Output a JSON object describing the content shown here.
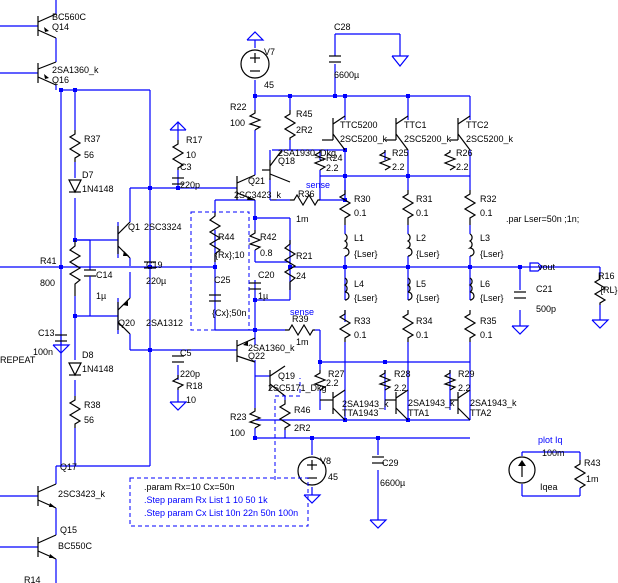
{
  "labels": {
    "q14_type": "BC560C",
    "q14": "Q14",
    "q16_type": "2SA1360_k",
    "q16": "Q16",
    "r37": "R37",
    "r37_val": "56",
    "d7": "D7",
    "d7_val": "1N4148",
    "q1": "Q1",
    "q1_type": "2SC3324",
    "r41": "R41",
    "r41_val": "800",
    "c14": "C14",
    "c14_val": "1µ",
    "c19": "C19",
    "c19_val": "220µ",
    "q20": "Q20",
    "q20_type": "2SA1312",
    "c13": "C13",
    "c13_val": "100n",
    "repeat": "REPEAT",
    "d8": "D8",
    "d8_val": "1N4148",
    "r38": "R38",
    "r38_val": "56",
    "q17": "Q17",
    "q17_type": "2SC3423_k",
    "q15": "Q15",
    "q15_type": "BC550C",
    "r14": "R14",
    "r17": "R17",
    "r17_val": "10",
    "c3": "C3",
    "c3_val": "220p",
    "q21": "Q21",
    "q21_type": "2SC3423_k",
    "r44": "R44",
    "r44_val": "{Rx};10",
    "c25": "C25",
    "c25_val": "{Cx};50n",
    "r42": "R42",
    "r42_val": "0.8",
    "c20": "C20",
    "c20_val": "1µ",
    "r21": "R21",
    "r21_val": "24",
    "c5": "C5",
    "c5_val": "220p",
    "r18": "R18",
    "r18_val": "10",
    "q22": "Q22",
    "q22_type": "2SA1360_k",
    "q19": "Q19",
    "q19_type": "2SC5171_Dkg",
    "r23": "R23",
    "r23_val": "100",
    "r46": "R46",
    "r46_val": "2R2",
    "r39": "R39",
    "r39_val": "1m",
    "r36": "R36",
    "r36_val": "1m",
    "sense1": "sense",
    "sense2": "sense",
    "v7": "V7",
    "v7_val": "45",
    "r22": "R22",
    "r22_val": "100",
    "r45": "R45",
    "r45_val": "2R2",
    "q18": "Q18",
    "q18_type": "2SA1930_Dkg",
    "c28": "C28",
    "c28_val": "6600µ",
    "ttc5200": "TTC5200",
    "ttc5200_type": "2SC5200_k",
    "ttc1": "TTC1",
    "ttc1_type": "2SC5200_k",
    "ttc2": "TTC2",
    "ttc2_type": "2SC5200_k",
    "r24": "R24",
    "r24_val": "2.2",
    "r25": "R25",
    "r25_val": "2.2",
    "r26": "R26",
    "r26_val": "2.2",
    "r30": "R30",
    "r30_val": "0.1",
    "r31": "R31",
    "r31_val": "0.1",
    "r32": "R32",
    "r32_val": "0.1",
    "l1": "L1",
    "l1_val": "{Lser}",
    "l2": "L2",
    "l2_val": "{Lser}",
    "l3": "L3",
    "l3_val": "{Lser}",
    "l4": "L4",
    "l4_val": "{Lser}",
    "l5": "L5",
    "l5_val": "{Lser}",
    "l6": "L6",
    "l6_val": "{Lser}",
    "r33": "R33",
    "r33_val": "0.1",
    "r34": "R34",
    "r34_val": "0.1",
    "r35": "R35",
    "r35_val": "0.1",
    "r27": "R27",
    "r27_val": "2.2",
    "r28": "R28",
    "r28_val": "2.2",
    "r29": "R29",
    "r29_val": "2.2",
    "tta1943": "TTA1943",
    "tta1943_type": "2SA1943_k",
    "tta1": "TTA1",
    "tta1_type": "2SA1943_k",
    "tta2": "TTA2",
    "tta2_type": "2SA1943_k",
    "c29": "C29",
    "c29_val": "6600µ",
    "v8": "V8",
    "v8_val": "45",
    "c21": "C21",
    "c21_val": "500p",
    "r16": "R16",
    "r16_val": "{RL}",
    "vout": "vout",
    "param_lser": ".par Lser=50n ;1n;",
    "plot_iq": "plot Iq",
    "plot_iq_val": "100m",
    "r43": "R43",
    "r43_val": "1m",
    "iqea": "Iqea"
  },
  "directives": {
    "line1": ".param Rx=10  Cx=50n",
    "line2": ".Step param Rx List 1 10  50 1k",
    "line3": ".Step param Cx List 10n 22n 50n 100n"
  }
}
